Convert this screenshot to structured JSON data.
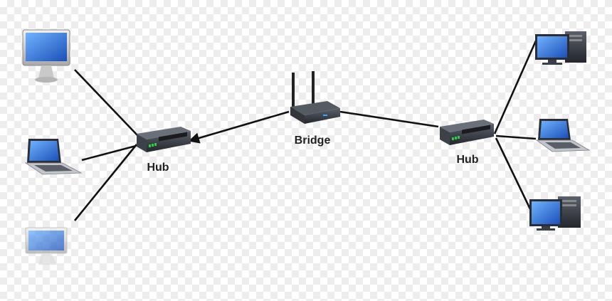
{
  "nodes": {
    "hub_left": {
      "label": "Hub"
    },
    "bridge": {
      "label": "Bridge"
    },
    "hub_right": {
      "label": "Hub"
    }
  },
  "icons": {
    "left": [
      "imac-icon",
      "laptop-icon",
      "imac-icon"
    ],
    "right": [
      "desktop-tower-icon",
      "laptop-icon",
      "desktop-tower-icon"
    ],
    "hub": "network-switch-icon",
    "bridge": "wireless-router-icon"
  },
  "colors": {
    "link": "#111111",
    "device_body": "#3a3f47",
    "screen": "#2f6fd6",
    "port_led": "#2ecc40"
  }
}
